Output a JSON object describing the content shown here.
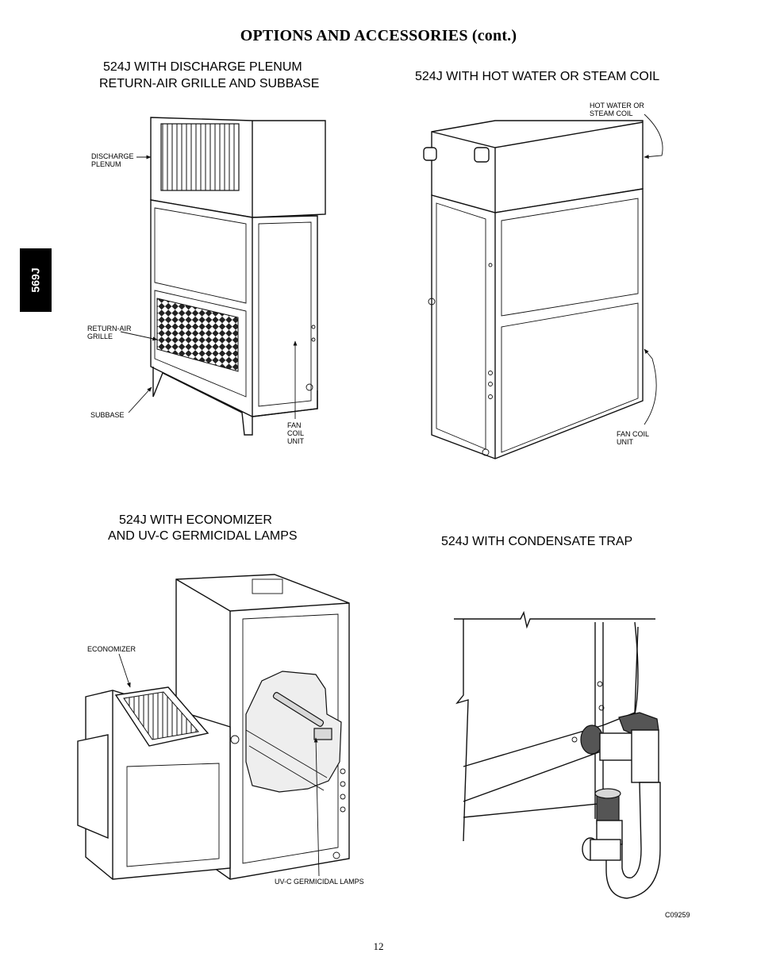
{
  "page": {
    "title": "OPTIONS AND ACCESSORIES (cont.)",
    "side_tab": "569J",
    "page_number": "12",
    "figure_code": "C09259"
  },
  "figures": {
    "discharge_plenum": {
      "title_line1": "524J WITH DISCHARGE PLENUM",
      "title_line2": "RETURN-AIR GRILLE AND SUBBASE",
      "callouts": {
        "discharge_plenum_l1": "DISCHARGE",
        "discharge_plenum_l2": "PLENUM",
        "return_air_grille_l1": "RETURN-AIR",
        "return_air_grille_l2": "GRILLE",
        "subbase": "SUBBASE",
        "fan_coil_unit_l1": "FAN",
        "fan_coil_unit_l2": "COIL",
        "fan_coil_unit_l3": "UNIT"
      }
    },
    "hot_water_coil": {
      "title": "524J WITH HOT WATER OR STEAM COIL",
      "callouts": {
        "hot_water_l1": "HOT WATER OR",
        "hot_water_l2": "STEAM COIL",
        "fan_coil_l1": "FAN COIL",
        "fan_coil_l2": "UNIT"
      }
    },
    "economizer": {
      "title_line1": "524J WITH ECONOMIZER",
      "title_line2": "AND UV-C GERMICIDAL LAMPS",
      "callouts": {
        "economizer": "ECONOMIZER",
        "uv_lamps": "UV-C GERMICIDAL LAMPS"
      }
    },
    "condensate_trap": {
      "title": "524J WITH CONDENSATE TRAP"
    }
  }
}
